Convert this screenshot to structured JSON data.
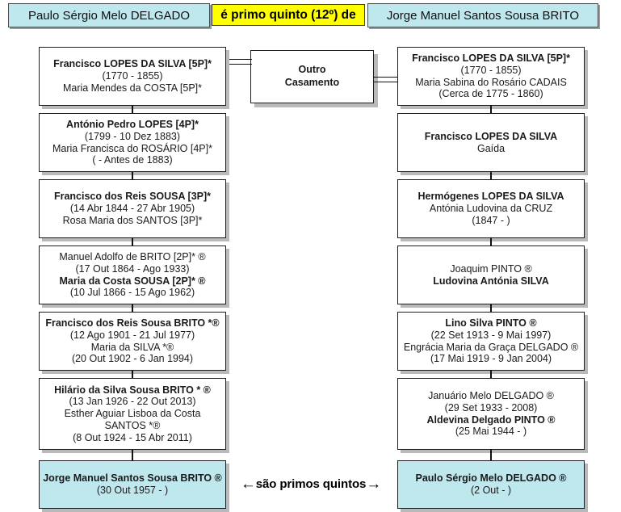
{
  "header": {
    "left_person": "Paulo Sérgio Melo DELGADO",
    "relation": "é primo quinto (12º) de",
    "right_person": "Jorge Manuel Santos Sousa BRITO",
    "colors": {
      "box_fill": "#bfe7ee",
      "relation_fill": "#ffff00",
      "border": "#4c4c4c"
    }
  },
  "middle": {
    "line1": "Outro",
    "line2": "Casamento"
  },
  "bottom_relation": {
    "left_arrow": "←",
    "text": "são primos quintos",
    "right_arrow": "→"
  },
  "left_column": [
    {
      "name": "Francisco LOPES DA SILVA [5P]*",
      "name_bold": true,
      "dates": "(1770 - 1855)",
      "spouse": "Maria Mendes da COSTA [5P]*",
      "spouse_bold": false,
      "spouse_dates": "",
      "fill": "white"
    },
    {
      "name": "António Pedro LOPES [4P]*",
      "name_bold": true,
      "dates": "(1799 - 10 Dez 1883)",
      "spouse": "Maria Francisca do ROSÁRIO [4P]*",
      "spouse_bold": false,
      "spouse_dates": "(           - Antes de 1883)",
      "fill": "white"
    },
    {
      "name": "Francisco dos Reis SOUSA [3P]*",
      "name_bold": true,
      "dates": "(14 Abr 1844 - 27 Abr 1905)",
      "spouse": "Rosa Maria dos SANTOS [3P]*",
      "spouse_bold": false,
      "spouse_dates": "",
      "fill": "white"
    },
    {
      "name": "Manuel Adolfo de BRITO [2P]* ®",
      "name_bold": false,
      "dates": "(17 Out 1864 - Ago 1933)",
      "spouse": "Maria da Costa SOUSA [2P]* ®",
      "spouse_bold": true,
      "spouse_dates": "(10 Jul 1866 - 15 Ago 1962)",
      "fill": "white"
    },
    {
      "name": "Francisco dos Reis Sousa BRITO *®",
      "name_bold": true,
      "dates": "(12 Ago 1901 - 21 Jul 1977)",
      "spouse": "Maria da SILVA *®",
      "spouse_bold": false,
      "spouse_dates": "(20 Out 1902 - 6 Jan 1994)",
      "fill": "white"
    },
    {
      "name": "Hilário da Silva Sousa BRITO * ®",
      "name_bold": true,
      "dates": "(13 Jan 1926 - 22 Out 2013)",
      "spouse": "Esther Aguiar Lisboa da Costa SANTOS *®",
      "spouse_bold": false,
      "spouse_dates": "(8 Out 1924 - 15 Abr 2011)",
      "fill": "white"
    },
    {
      "name": "Jorge Manuel Santos Sousa BRITO ®",
      "name_bold": true,
      "dates": "(30 Out 1957 -            )",
      "spouse": "",
      "spouse_bold": false,
      "spouse_dates": "",
      "fill": "cyan"
    }
  ],
  "right_column": [
    {
      "name": "Francisco LOPES DA SILVA [5P]*",
      "name_bold": true,
      "dates": "(1770 - 1855)",
      "spouse": "Maria Sabina do Rosário CADAIS",
      "spouse_bold": false,
      "spouse_dates": "(Cerca de 1775 - 1860)",
      "fill": "white"
    },
    {
      "name": "Francisco LOPES DA SILVA",
      "name_bold": true,
      "dates": "",
      "spouse": "Gaída",
      "spouse_bold": false,
      "spouse_dates": "",
      "fill": "white"
    },
    {
      "name": "Hermógenes LOPES DA SILVA",
      "name_bold": true,
      "dates": "",
      "spouse": "Antónia Ludovina da CRUZ",
      "spouse_bold": false,
      "spouse_dates": "(1847 -            )",
      "fill": "white"
    },
    {
      "name": "Joaquim PINTO ®",
      "name_bold": false,
      "dates": "",
      "spouse": "Ludovina Antónia SILVA",
      "spouse_bold": true,
      "spouse_dates": "",
      "fill": "white"
    },
    {
      "name": "Lino Silva PINTO ®",
      "name_bold": true,
      "dates": "(22 Set 1913 - 9 Mai 1997)",
      "spouse": "Engrácia Maria da Graça DELGADO ®",
      "spouse_bold": false,
      "spouse_dates": "(17 Mai 1919 - 9 Jan 2004)",
      "fill": "white"
    },
    {
      "name": "Januário Melo DELGADO ®",
      "name_bold": false,
      "dates": "(29 Set 1933 - 2008)",
      "spouse": "Aldevina Delgado PINTO ®",
      "spouse_bold": true,
      "spouse_dates": "(25 Mai 1944 -           )",
      "fill": "white"
    },
    {
      "name": "Paulo Sérgio Melo DELGADO ®",
      "name_bold": true,
      "dates": "(2 Out -          )",
      "spouse": "",
      "spouse_bold": false,
      "spouse_dates": "",
      "fill": "cyan"
    }
  ]
}
